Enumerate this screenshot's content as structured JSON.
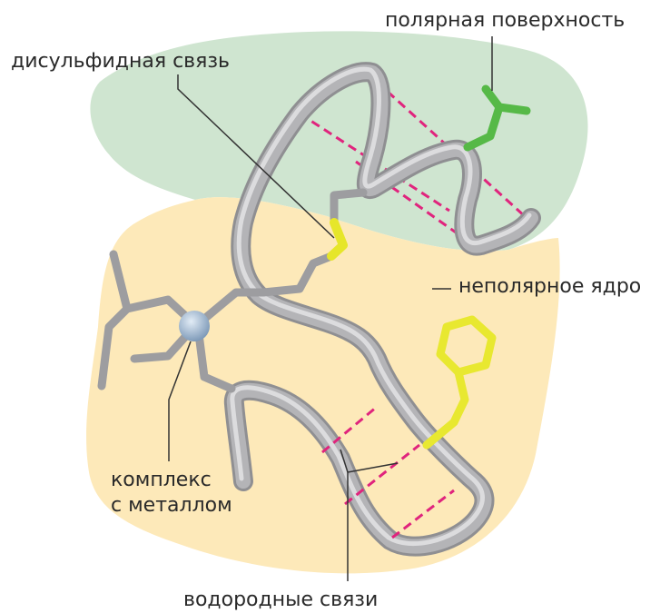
{
  "labels": {
    "polar_surface": "полярная поверхность",
    "disulfide_bond": "дисульфидная связь",
    "nonpolar_core": "неполярное ядро",
    "metal_complex_line1": "комплекс",
    "metal_complex_line2": "с металлом",
    "hydrogen_bonds": "водородные связи"
  },
  "colors": {
    "polar_region": "#cfe5d0",
    "nonpolar_region": "#fde9b9",
    "backbone": "#a9a9ab",
    "backbone_highlight": "#d6d6d8",
    "hydrogen_bond": "#e0247d",
    "sulfur": "#e6e62a",
    "polar_side_chain": "#56b947",
    "nonpolar_side_chain": "#e8e830",
    "metal_ion": "#9ab4cf",
    "leader_line": "#333333",
    "text": "#2a2a2a"
  }
}
